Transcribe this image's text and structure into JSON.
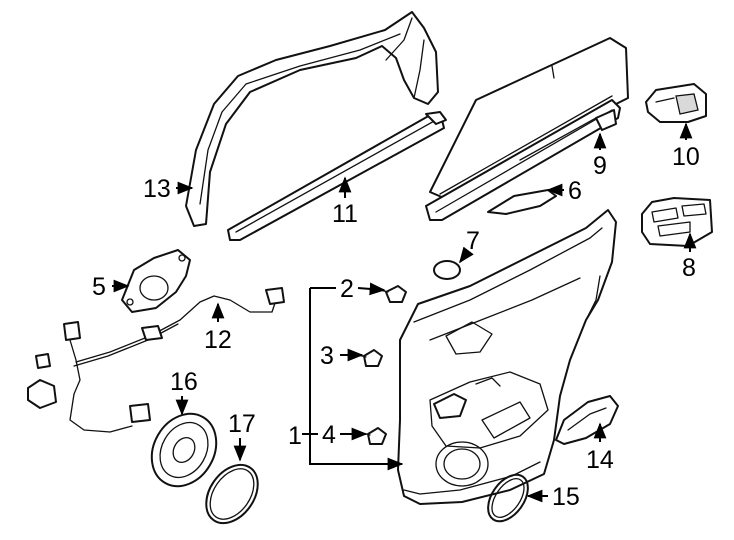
{
  "callouts": [
    {
      "id": "c1",
      "label": "1"
    },
    {
      "id": "c2",
      "label": "2"
    },
    {
      "id": "c3",
      "label": "3"
    },
    {
      "id": "c4",
      "label": "4"
    },
    {
      "id": "c5",
      "label": "5"
    },
    {
      "id": "c6",
      "label": "6"
    },
    {
      "id": "c7",
      "label": "7"
    },
    {
      "id": "c8",
      "label": "8"
    },
    {
      "id": "c9",
      "label": "9"
    },
    {
      "id": "c10",
      "label": "10"
    },
    {
      "id": "c11",
      "label": "11"
    },
    {
      "id": "c12",
      "label": "12"
    },
    {
      "id": "c13",
      "label": "13"
    },
    {
      "id": "c14",
      "label": "14"
    },
    {
      "id": "c15",
      "label": "15"
    },
    {
      "id": "c16",
      "label": "16"
    },
    {
      "id": "c17",
      "label": "17"
    }
  ],
  "colors": {
    "line": "#111111",
    "background": "#ffffff",
    "shade": "#d9d9d9"
  }
}
